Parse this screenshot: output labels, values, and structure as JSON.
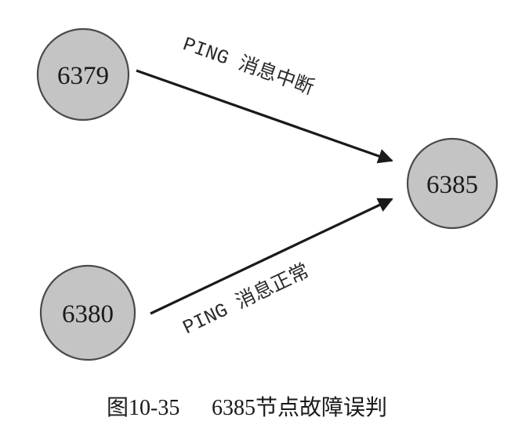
{
  "nodes": {
    "n6379": {
      "label": "6379"
    },
    "n6380": {
      "label": "6380"
    },
    "n6385": {
      "label": "6385"
    }
  },
  "edges": {
    "e1": {
      "from": "6379",
      "to": "6385",
      "label": "PING 消息中断"
    },
    "e2": {
      "from": "6380",
      "to": "6385",
      "label": "PING 消息正常"
    }
  },
  "caption": {
    "figure_number": "图10-35",
    "text": "6385节点故障误判"
  },
  "colors": {
    "node_fill": "#c4c4c4",
    "node_stroke": "#4a4a4a",
    "arrow": "#1a1a1a"
  }
}
